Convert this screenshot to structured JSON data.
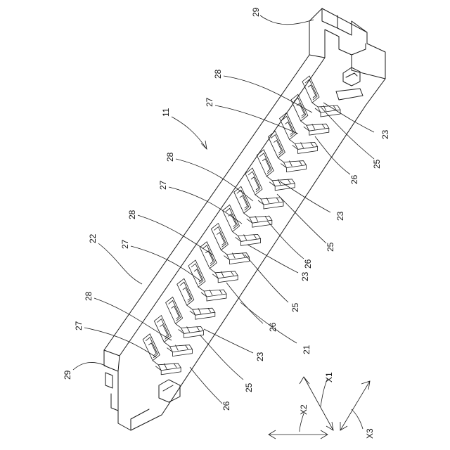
{
  "figure": {
    "labels": {
      "l11": "11",
      "l21": "21",
      "l22": "22",
      "l23": "23",
      "l25": "25",
      "l26": "26",
      "l27": "27",
      "l28": "28",
      "l29": "29",
      "x1": "X1",
      "x2": "X2",
      "x3": "X3"
    }
  }
}
